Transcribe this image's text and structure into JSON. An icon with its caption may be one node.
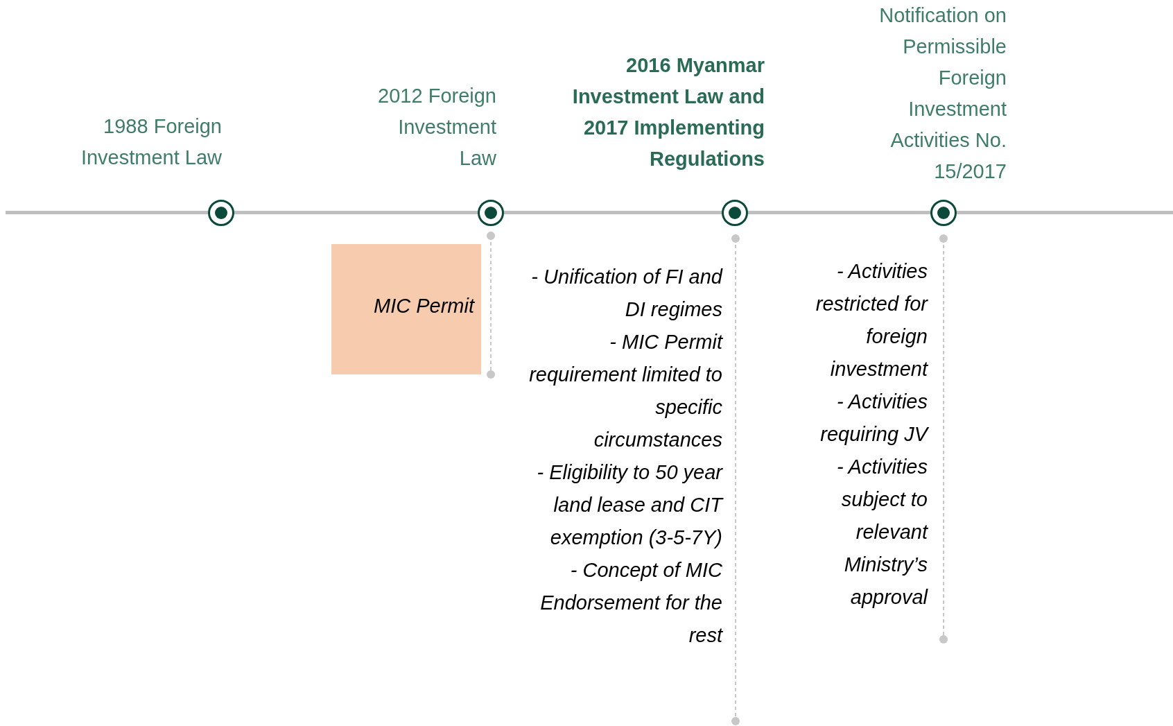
{
  "diagram": {
    "nodes": [
      {
        "text": [],
        "shape": "circle",
        "beside": [
          "1988 Foreign Investment Law"
        ]
      },
      {
        "text": [],
        "shape": "circle",
        "beside": [
          "2012 Foreign Investment Law"
        ]
      },
      {
        "text": [],
        "shape": "circle",
        "beside": [
          "2016 Myanmar Investment Law and 2017 Implementing Regulations"
        ]
      },
      {
        "text": [],
        "shape": "circle",
        "beside": [
          "Notification on Permissible Foreign Investment Activities No. 15/2017"
        ]
      },
      {
        "text": [
          "MIC Permit"
        ]
      }
    ],
    "labels": [
      "- Unification of FI and DI regimes",
      "- MIC Permit requirement limited to specific circumstances",
      "- Eligibility to 50 year land lease and CIT exemption (3-5-7Y)",
      "- Concept of MIC Endorsement for the rest",
      "- Activities restricted for foreign investment",
      "- Activities requiring JV",
      "- Activities subject to relevant Ministry’s approval"
    ]
  }
}
